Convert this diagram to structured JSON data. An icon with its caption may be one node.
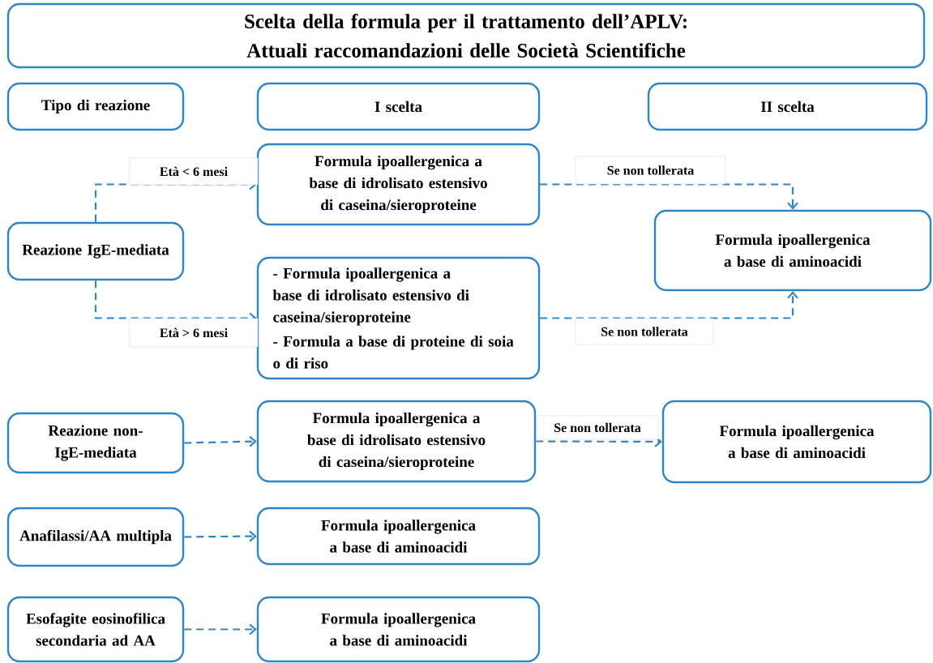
{
  "diagram": {
    "nodes": [
      {
        "text": [
          "Scelta della formula per il trattamento dell’APLV: Attuali raccomandazioni delle Società Scientifiche"
        ]
      },
      {
        "text": [
          "Tipo di reazione"
        ]
      },
      {
        "text": [
          "I scelta"
        ]
      },
      {
        "text": [
          "II scelta"
        ]
      },
      {
        "text": [
          "Reazione IgE-mediata"
        ]
      },
      {
        "text": [
          "Formula ipoallergenica a base di idrolisato estensivo di caseina/sieroproteine"
        ]
      },
      {
        "text": [
          "- Formula ipoallergenica a base di  idrolisato estensivo di caseina/sieroproteine",
          "- Formula a base di proteine di soia o di riso"
        ]
      },
      {
        "text": [
          "Formula ipoallergenica a base di aminoacidi"
        ]
      },
      {
        "text": [
          "Reazione non-IgE-mediata"
        ]
      },
      {
        "text": [
          "Formula ipoallergenica a base di idrolisato estensivo di caseina/sieroproteine"
        ]
      },
      {
        "text": [
          "Formula ipoallergenica a base di aminoacidi"
        ]
      },
      {
        "text": [
          "Anafilassi/AA multipla"
        ]
      },
      {
        "text": [
          "Formula ipoallergenica a base di aminoacidi"
        ]
      },
      {
        "text": [
          "Esofagite eosinofilica secondaria ad AA"
        ]
      },
      {
        "text": [
          "Formula ipoallergenica a base di aminoacidi"
        ]
      }
    ],
    "edges": [
      {
        "from": 4,
        "to": 5,
        "arrow": "to",
        "label": "Età < 6 mesi",
        "style": "dashed"
      },
      {
        "from": 4,
        "to": 6,
        "arrow": "to",
        "label": "Età > 6 mesi",
        "style": "dashed"
      },
      {
        "from": 5,
        "to": 7,
        "arrow": "to",
        "label": "Se non tollerata",
        "style": "dashed"
      },
      {
        "from": 6,
        "to": 7,
        "arrow": "to",
        "label": "Se non tollerata",
        "style": "dashed"
      },
      {
        "from": 8,
        "to": 9,
        "arrow": "to",
        "style": "dashed"
      },
      {
        "from": 9,
        "to": 10,
        "arrow": "to",
        "label": "Se non tollerata",
        "style": "dashed"
      },
      {
        "from": 11,
        "to": 12,
        "arrow": "to",
        "style": "dashed"
      },
      {
        "from": 13,
        "to": 14,
        "arrow": "to",
        "style": "dashed"
      }
    ]
  }
}
